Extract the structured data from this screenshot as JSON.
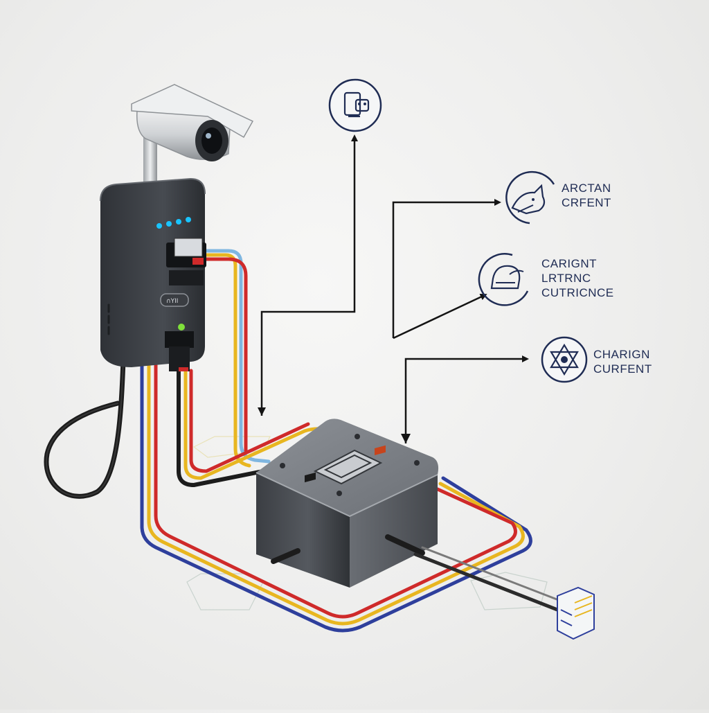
{
  "labels": [
    {
      "lines": [
        "ARCTAN",
        "CRFENT"
      ]
    },
    {
      "lines": [
        "CARIGNT",
        "LRTRNC",
        "CUTRICNCE"
      ]
    },
    {
      "lines": [
        "CHARIGN",
        "CURFENT"
      ]
    }
  ],
  "device": {
    "port_text": "∩YII"
  },
  "icons": [
    "device-document-icon",
    "fox-face-icon",
    "leaf-hand-icon",
    "compass-triangle-icon",
    "security-camera-icon",
    "rj45-connector-icon"
  ],
  "colors": {
    "navy": "#1f2c54",
    "wire_red": "#cf2a2a",
    "wire_yellow": "#e8b620",
    "wire_blue": "#2e3f9c",
    "wire_black": "#1c1c1c",
    "wire_lightblue": "#7fb6e0",
    "led_blue": "#19c4ff",
    "led_green": "#7fe03a"
  }
}
